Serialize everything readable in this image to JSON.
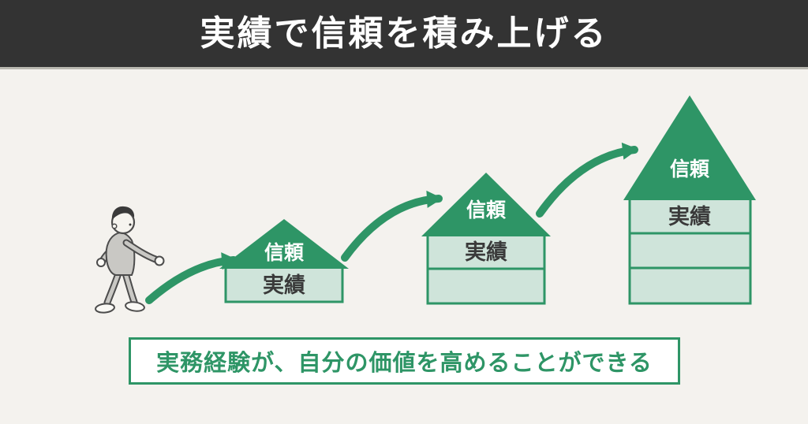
{
  "header": {
    "title": "実績で信頼を積み上げる"
  },
  "diagram": {
    "houses": [
      {
        "roof_label": "信頼",
        "rows": [
          {
            "label": "実績"
          }
        ]
      },
      {
        "roof_label": "信頼",
        "rows": [
          {
            "label": "実績"
          },
          {
            "label": ""
          }
        ]
      },
      {
        "roof_label": "信頼",
        "rows": [
          {
            "label": "実績"
          },
          {
            "label": ""
          },
          {
            "label": ""
          }
        ]
      }
    ]
  },
  "footer": {
    "message": "実務経験が、自分の価値を高めることができる"
  },
  "colors": {
    "accent_green": "#2e9566",
    "light_green": "#cfe4da",
    "header_bg": "#333333",
    "page_bg": "#f4f2ee",
    "text_dark": "#3a3a3a",
    "box_bg": "#ffffff"
  }
}
